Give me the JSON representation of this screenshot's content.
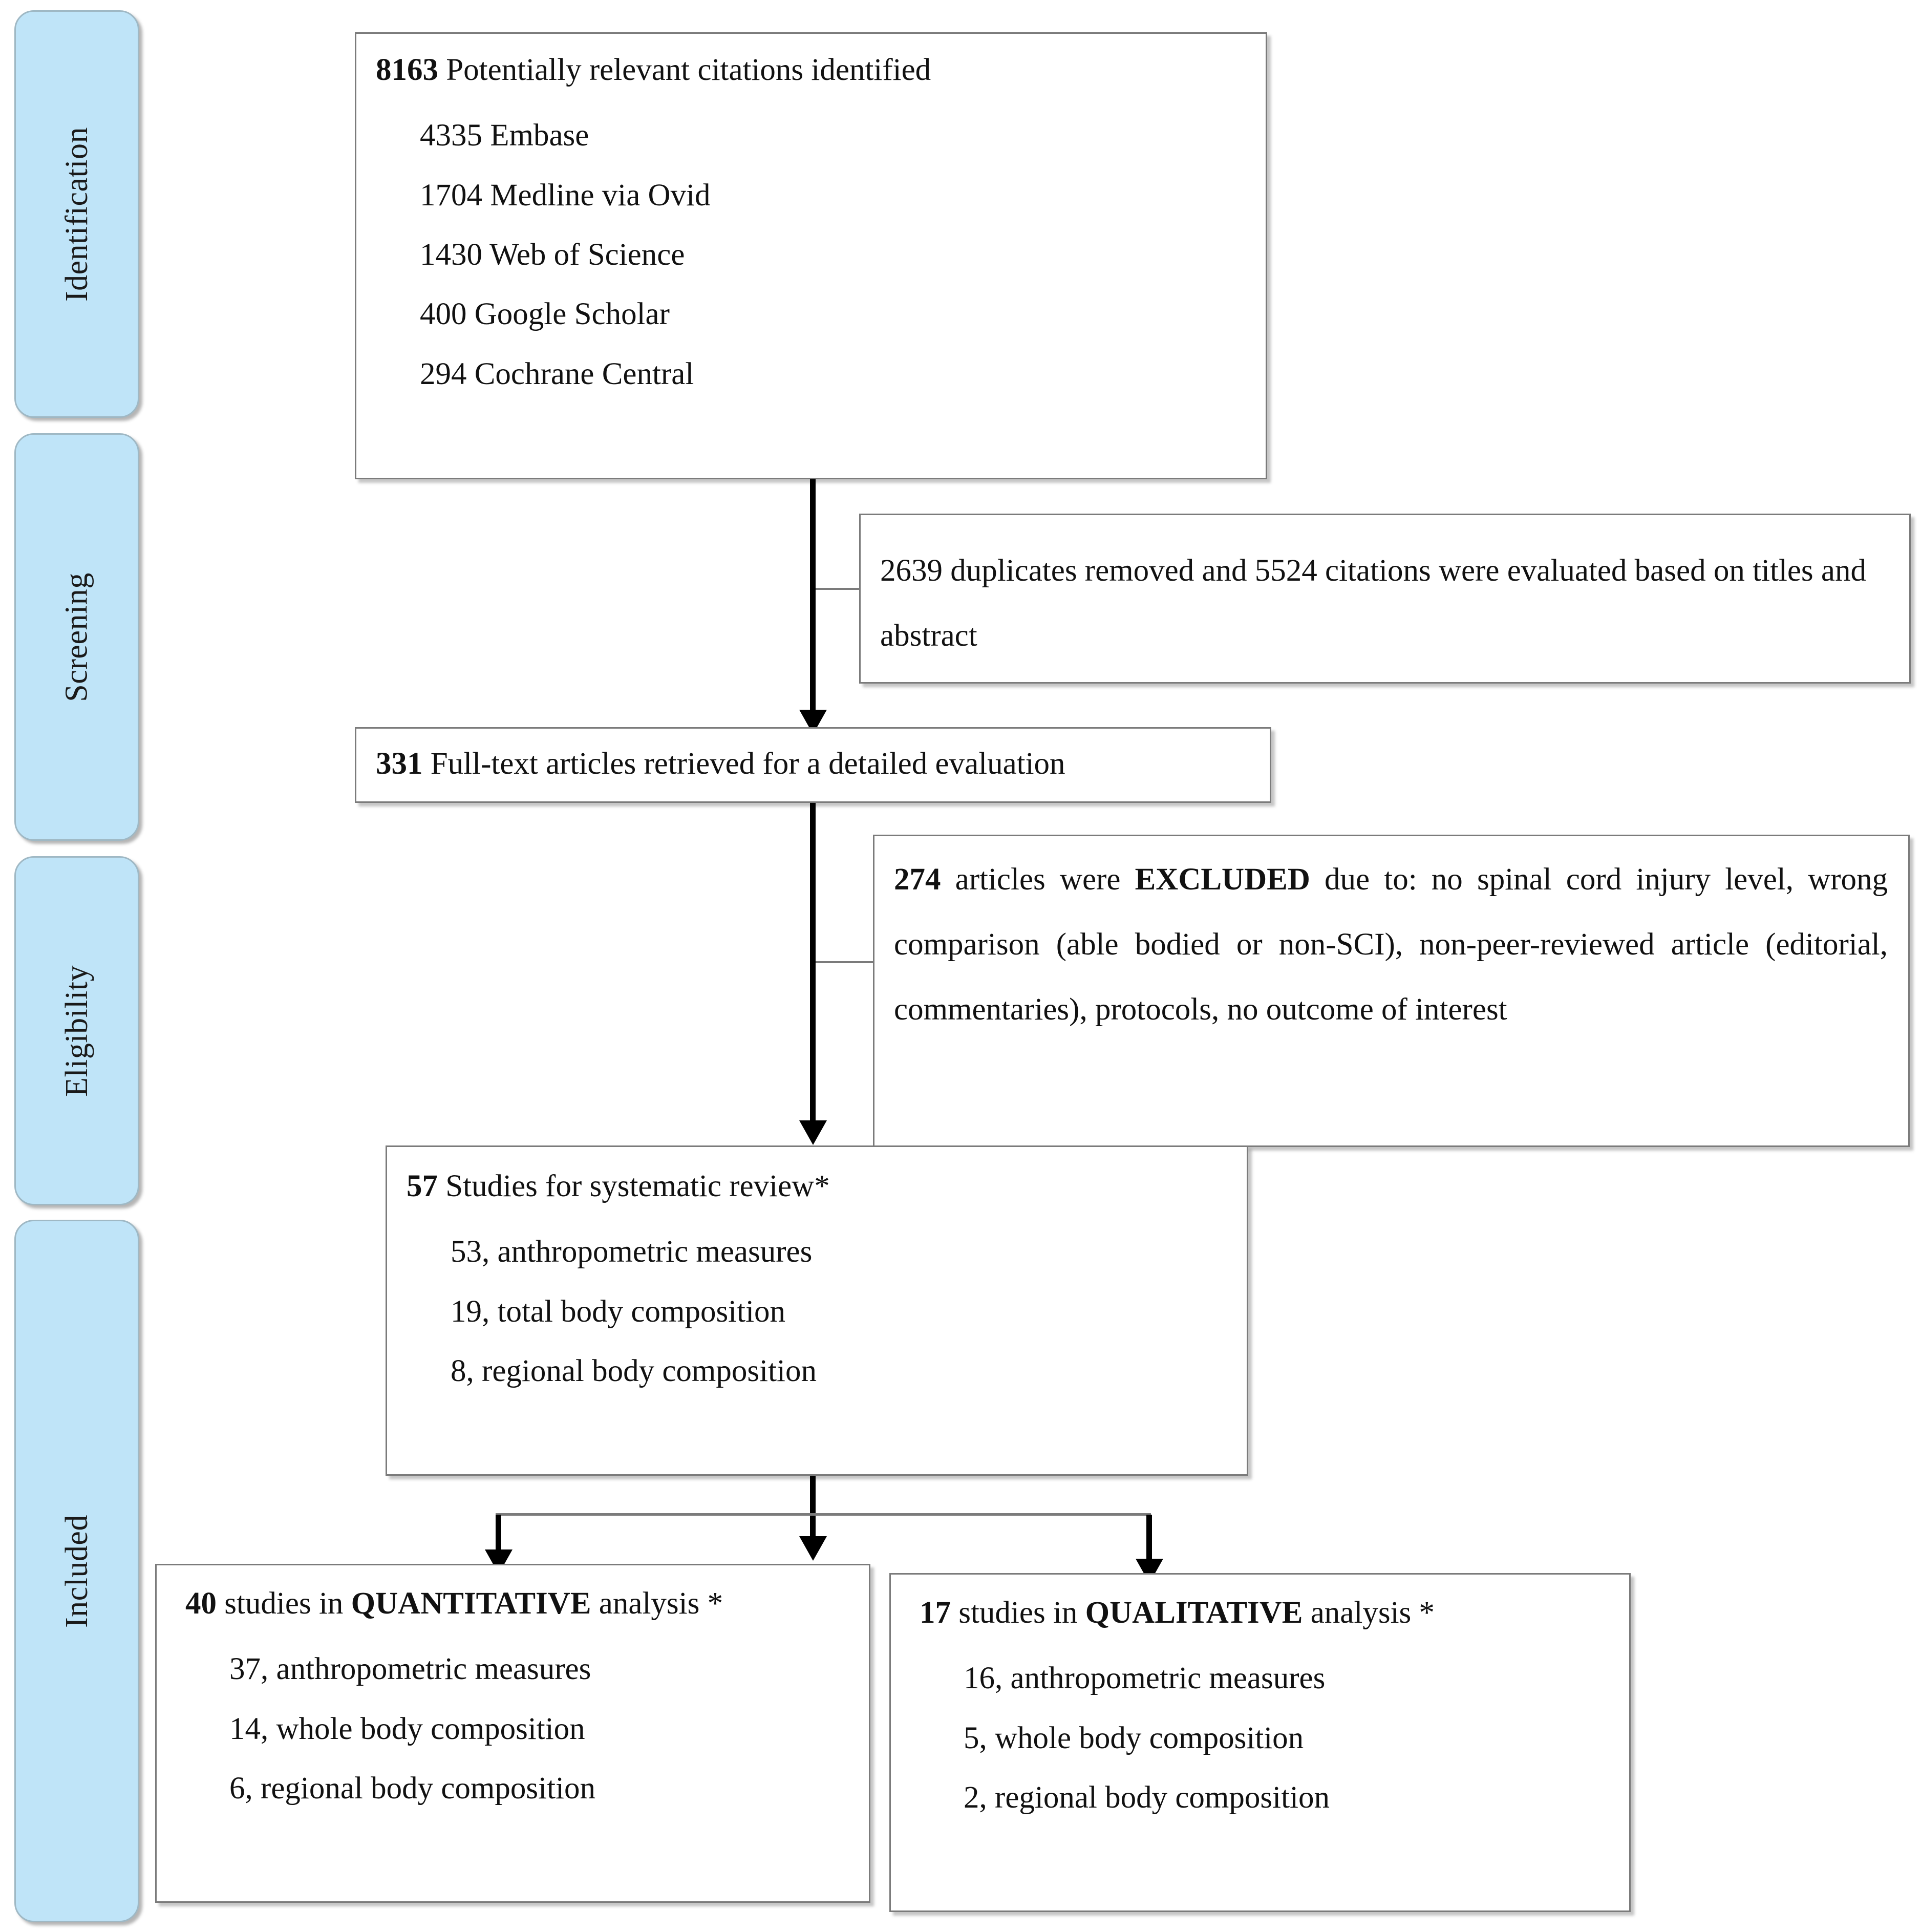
{
  "diagram": {
    "type": "prisma-flow-diagram",
    "title": "PRISMA study selection flow"
  },
  "stages": [
    {
      "label": "Identification"
    },
    {
      "label": "Screening"
    },
    {
      "label": "Eligibility"
    },
    {
      "label": "Included"
    }
  ],
  "boxes": {
    "identification": {
      "headline_count": "8163",
      "headline_text": " Potentially relevant citations identified",
      "sources": [
        "4335 Embase",
        "1704 Medline via Ovid",
        "1430 Web of Science",
        "400 Google Scholar",
        "294 Cochrane Central"
      ]
    },
    "duplicates": {
      "text": "2639 duplicates removed and 5524 citations were evaluated based on titles and abstract",
      "duplicates_removed": "2639",
      "citations_evaluated": "5524"
    },
    "fulltext": {
      "headline_count": "331",
      "headline_text": " Full-text articles retrieved for a detailed evaluation"
    },
    "excluded": {
      "count": "274",
      "lead": " articles were ",
      "emphasis": "EXCLUDED",
      "rest": " due to: no spinal cord injury level, wrong comparison (able bodied or non-SCI), non-peer-reviewed article (editorial, commentaries), protocols, no outcome of interest"
    },
    "systematic_review": {
      "headline_count": "57",
      "headline_text": " Studies for systematic review*",
      "items": [
        "53, anthropometric measures",
        "19, total body composition",
        "8, regional body composition"
      ]
    },
    "quantitative": {
      "headline_count": "40",
      "headline_mid": " studies in ",
      "headline_emphasis": "QUANTITATIVE",
      "headline_tail": " analysis *",
      "items": [
        "37, anthropometric measures",
        "14, whole body composition",
        "6, regional body composition"
      ]
    },
    "qualitative": {
      "headline_count": "17",
      "headline_mid": " studies in ",
      "headline_emphasis": "QUALITATIVE",
      "headline_tail": " analysis *",
      "items": [
        "16, anthropometric measures",
        "5, whole body composition",
        "2, regional body composition"
      ]
    }
  },
  "colors": {
    "stage_fill": "#bfe4f8",
    "stage_border": "#9fb8c4",
    "box_border": "#7b7b7b",
    "arrow": "#000000",
    "text": "#111111"
  }
}
